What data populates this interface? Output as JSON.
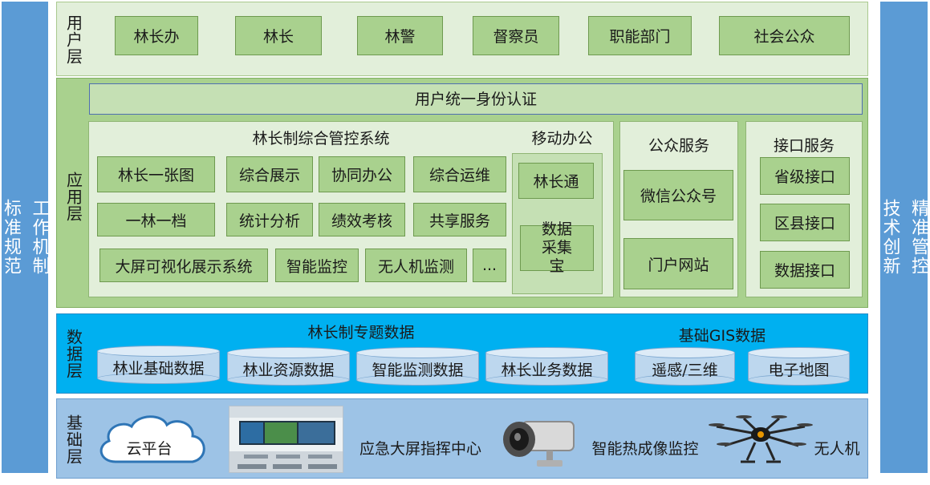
{
  "left_bar": {
    "line1": "工作机制",
    "line2": "标准规范"
  },
  "right_bar": {
    "line1": "精准管控",
    "line2": "技术创新"
  },
  "user_layer": {
    "title": "用户层",
    "items": [
      "林长办",
      "林长",
      "林警",
      "督察员",
      "职能部门",
      "社会公众"
    ]
  },
  "app_layer": {
    "title": "应用层",
    "auth": "用户统一身份认证",
    "system": {
      "title": "林长制综合管控系统",
      "row1": [
        "林长一张图",
        "综合展示",
        "协同办公",
        "综合运维"
      ],
      "row2": [
        "一林一档",
        "统计分析",
        "绩效考核",
        "共享服务"
      ],
      "row3": [
        "大屏可视化展示系统",
        "智能监控",
        "无人机监测",
        "..."
      ]
    },
    "mobile": {
      "title": "移动办公",
      "items": [
        "林长通",
        "数据采集宝"
      ]
    },
    "public": {
      "title": "公众服务",
      "items": [
        "微信公众号",
        "门户网站"
      ]
    },
    "interface": {
      "title": "接口服务",
      "items": [
        "省级接口",
        "区县接口",
        "数据接口"
      ]
    }
  },
  "data_layer": {
    "title": "数据层",
    "group1": {
      "title": "林长制专题数据",
      "items": [
        "林业基础数据",
        "林业资源数据",
        "智能监测数据",
        "林长业务数据"
      ]
    },
    "group2": {
      "title": "基础GIS数据",
      "items": [
        "遥感/三维",
        "电子地图"
      ]
    }
  },
  "base_layer": {
    "title": "基础层",
    "cloud": "云平台",
    "command_center": "应急大屏指挥中心",
    "thermal": "智能热成像监控",
    "drone": "无人机"
  },
  "colors": {
    "side_bar": "#5b9bd5",
    "user_layer": "#e2efda",
    "app_layer": "#a9d18e",
    "data_layer": "#00b0f0",
    "base_layer": "#9dc3e6",
    "cylinder": "#bdd7ee"
  },
  "icons": [
    "cloud-icon",
    "command-center-image",
    "thermal-camera-icon",
    "drone-icon"
  ]
}
